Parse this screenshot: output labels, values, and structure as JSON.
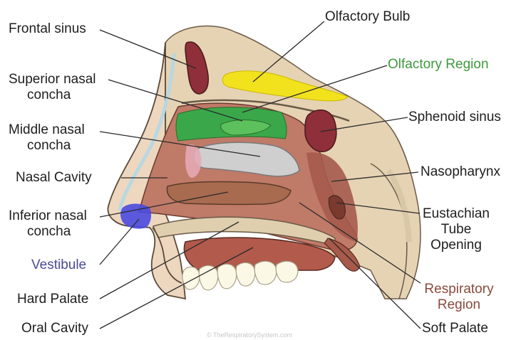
{
  "labels": {
    "olfactory_bulb": "Olfactory Bulb",
    "frontal_sinus": "Frontal sinus",
    "olfactory_region": "Olfactory Region",
    "superior_nasal_concha": [
      "Superior nasal",
      "concha"
    ],
    "sphenoid_sinus": "Sphenoid sinus",
    "middle_nasal_concha": [
      "Middle nasal",
      "concha"
    ],
    "nasopharynx": "Nasopharynx",
    "nasal_cavity": "Nasal Cavity",
    "eustachian_tube_opening": [
      "Eustachian",
      "Tube",
      "Opening"
    ],
    "inferior_nasal_concha": [
      "Inferior nasal",
      "concha"
    ],
    "vestibule": "Vestibule",
    "respiratory_region": [
      "Respiratory",
      "Region"
    ],
    "hard_palate": "Hard Palate",
    "oral_cavity": "Oral Cavity",
    "soft_palate": "Soft Palate"
  },
  "colors": {
    "olfactory_region": "#3e9a3c",
    "vestibule": "#4a4a9a",
    "respiratory_region": "#8a4a3c",
    "default_label": "#1e1e1e"
  },
  "watermark": "© TheRespiratorySystem.com"
}
